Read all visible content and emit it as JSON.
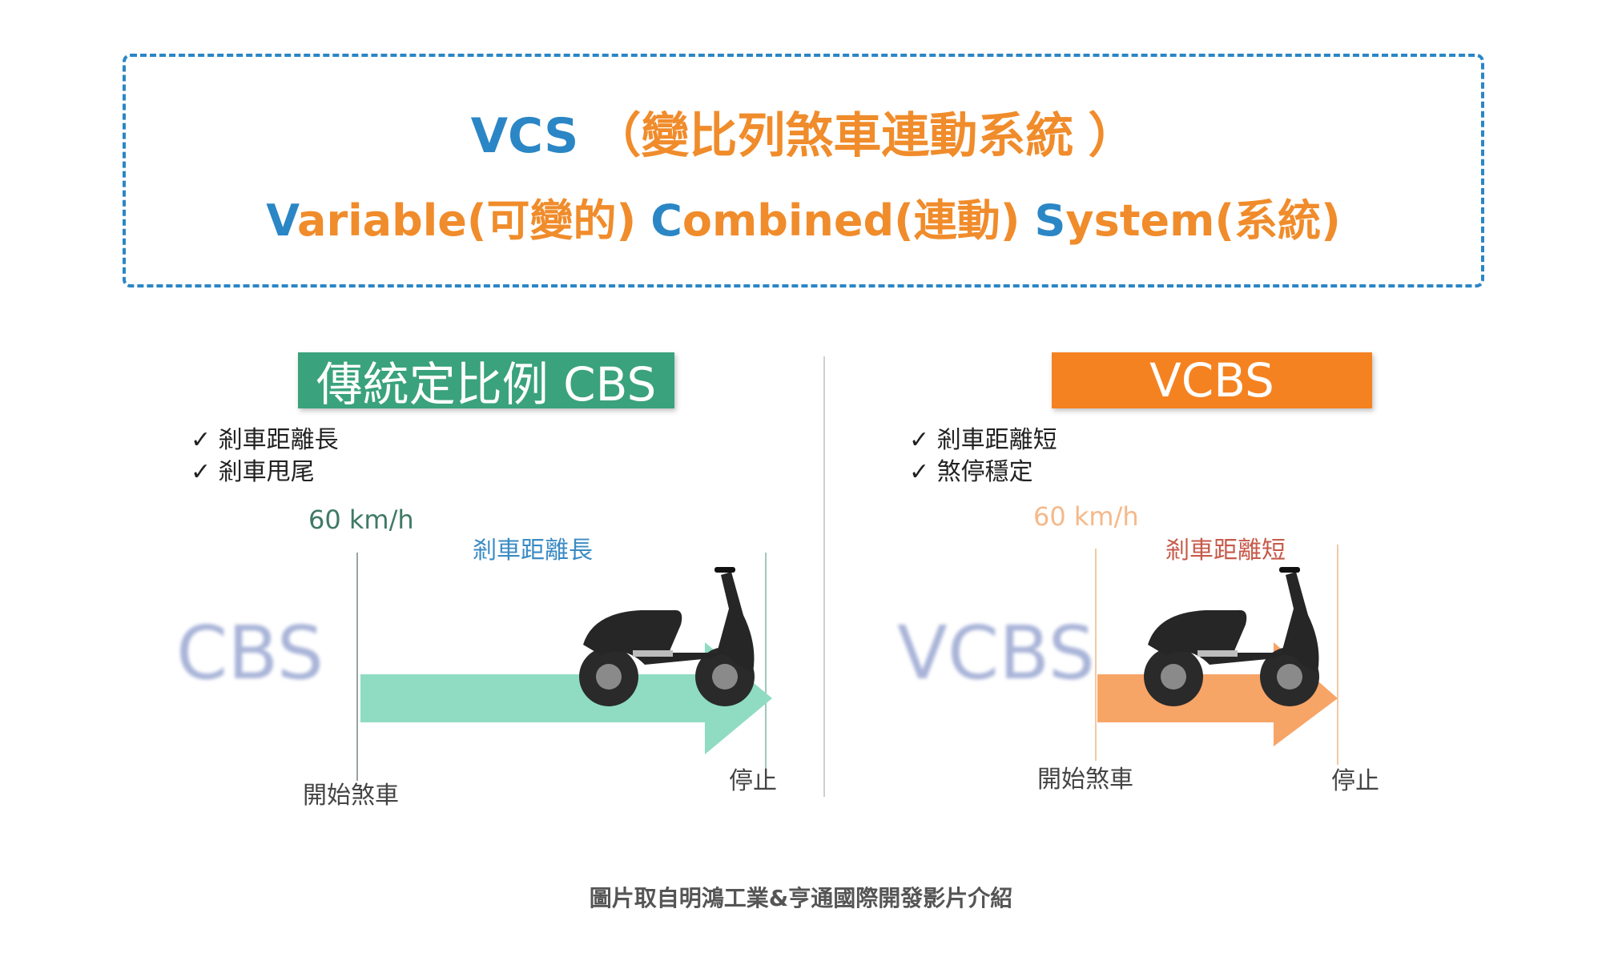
{
  "title": {
    "line1": {
      "prefix": "VCS",
      "open_paren": "（",
      "chinese": "變比列煞車連動系統",
      "close_paren": "）"
    },
    "line2": {
      "v_initial": "V",
      "v_rest": "ariable(可變的)",
      "c_initial": "C",
      "c_rest": "ombined(連動)",
      "s_initial": "S",
      "s_rest": "ystem(系統)"
    }
  },
  "left_panel": {
    "header": "傳統定比例 CBS",
    "checks": [
      "✓  剎車距離長",
      "✓  剎車甩尾"
    ],
    "speed_label": "60 km/h",
    "distance_label": "剎車距離長",
    "system_label": "CBS",
    "start_label": "開始煞車",
    "stop_label": "停止"
  },
  "right_panel": {
    "header": "VCBS",
    "checks": [
      "✓  剎車距離短",
      "✓  煞停穩定"
    ],
    "speed_label": "60 km/h",
    "distance_label": "剎車距離短",
    "system_label": "VCBS",
    "start_label": "開始煞車",
    "stop_label": "停止"
  },
  "credit": "圖片取自明鴻工業&亨通國際開發影片介紹",
  "colors": {
    "blue": "#2b86c5",
    "orange": "#f08c2b",
    "cbs_green": "#3aa27c",
    "cbs_arrow": "#8fdcc2",
    "vcbs_orange": "#f58220",
    "vcbs_arrow": "#f7a467"
  },
  "icons": [
    "scooter-icon",
    "check-icon",
    "arrow-icon"
  ]
}
